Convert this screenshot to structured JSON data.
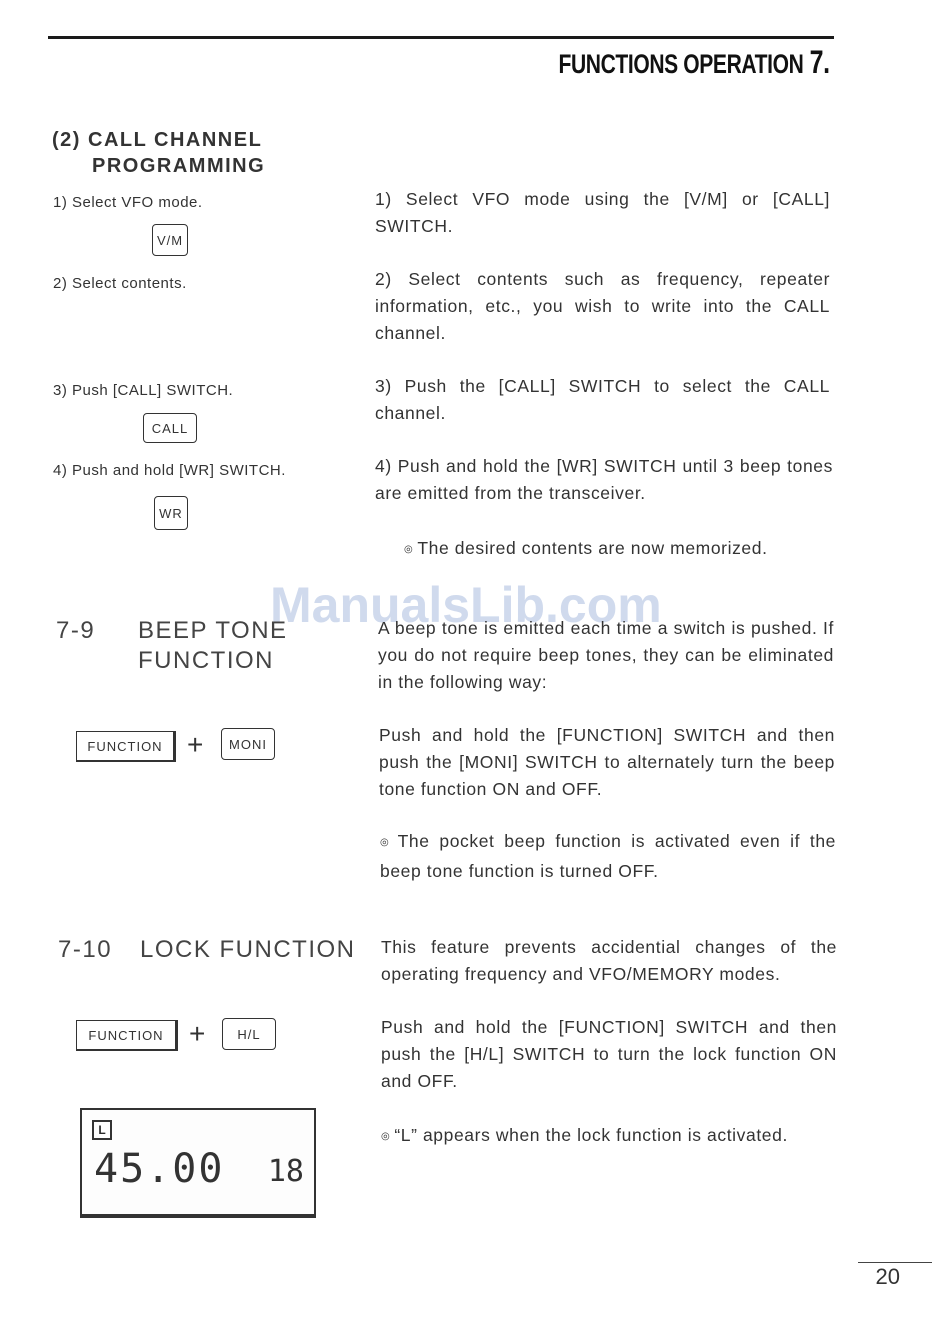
{
  "header": {
    "title": "FUNCTIONS OPERATION",
    "chapter": "7."
  },
  "call_channel": {
    "title_line1": "(2) CALL CHANNEL",
    "title_line2": "PROGRAMMING",
    "steps": [
      {
        "short": "1) Select VFO mode.",
        "key": "V/M",
        "long": "1) Select VFO mode using the [V/M] or [CALL] SWITCH."
      },
      {
        "short": "2) Select contents.",
        "key": "",
        "long": "2) Select contents such as frequency, repeater information, etc., you wish to write into the CALL channel."
      },
      {
        "short": "3) Push [CALL] SWITCH.",
        "key": "CALL",
        "long": "3) Push the [CALL] SWITCH to select the CALL channel."
      },
      {
        "short": "4) Push and hold [WR] SWITCH.",
        "key": "WR",
        "long": "4) Push and hold the [WR] SWITCH until 3 beep tones are emitted from the transceiver."
      }
    ],
    "note": "The desired contents are now memorized."
  },
  "watermark": "ManualsLib.com",
  "beep": {
    "number": "7-9",
    "title_line1": "BEEP TONE",
    "title_line2": "FUNCTION",
    "intro": "A beep tone is emitted each time a switch is pushed. If you do not require beep tones, they can be eliminated in the following way:",
    "key1": "FUNCTION",
    "plus": "+",
    "key2": "MONI",
    "instruction": "Push and hold the [FUNCTION] SWITCH and then push the [MONI] SWITCH to alternately turn the beep tone function ON and OFF.",
    "note": "The pocket beep function is activated even if the beep tone function is turned OFF."
  },
  "lock": {
    "number": "7-10",
    "title": "LOCK FUNCTION",
    "intro": "This feature prevents accidential changes of the operating frequency and VFO/MEMORY modes.",
    "key1": "FUNCTION",
    "plus": "+",
    "key2": "H/L",
    "instruction": "Push and hold the [FUNCTION] SWITCH and then push the [H/L] SWITCH to turn the lock function ON and OFF.",
    "note": "“L” appears when the lock function is activated.",
    "lcd": {
      "indicator": "L",
      "frequency": "45.00",
      "channel": "18"
    }
  },
  "page_number": "20"
}
